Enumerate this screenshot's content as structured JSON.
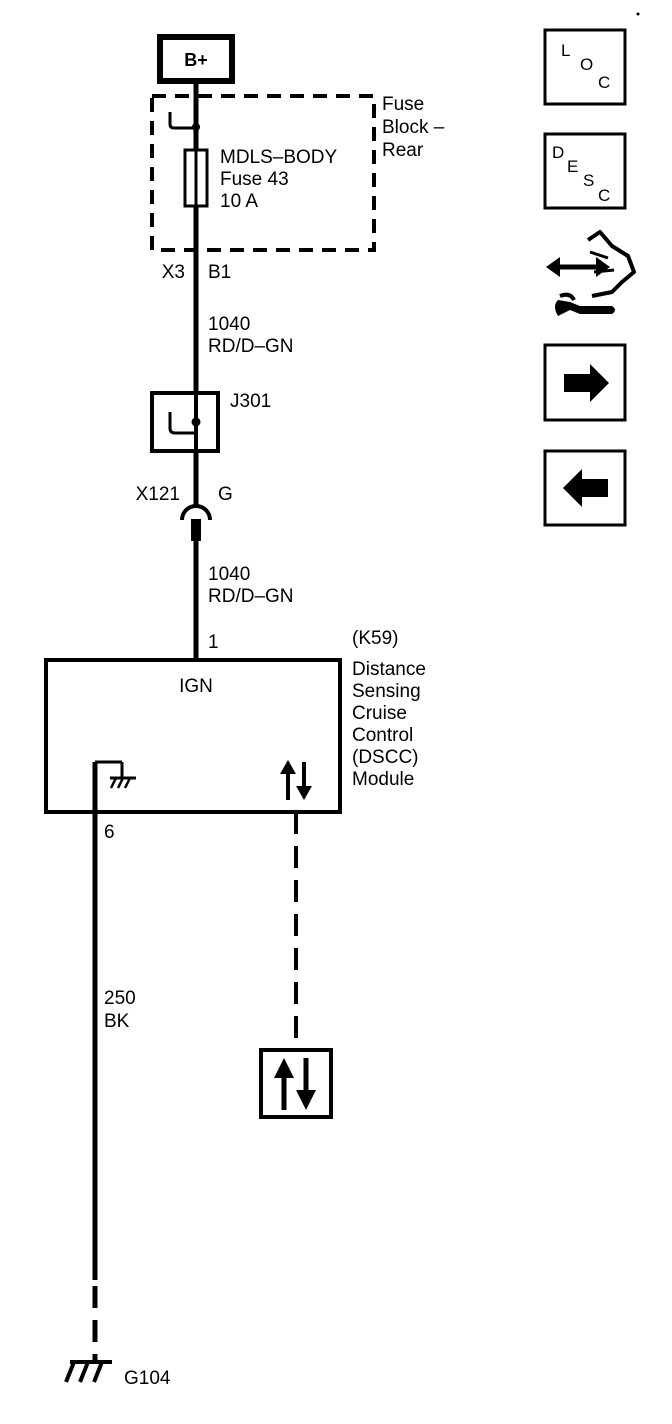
{
  "power": {
    "label": "B+"
  },
  "fuse_block": {
    "name_lines": [
      "Fuse",
      "Block –",
      "Rear"
    ]
  },
  "fuse": {
    "lines": [
      "MDLS–BODY",
      "Fuse 43",
      "10 A"
    ]
  },
  "connector_x3": {
    "connector": "X3",
    "pin": "B1"
  },
  "wire_upper": {
    "circuit": "1040",
    "color": "RD/D–GN"
  },
  "splice": {
    "label": "J301"
  },
  "connector_x121": {
    "connector": "X121",
    "pin": "G"
  },
  "wire_middle": {
    "circuit": "1040",
    "color": "RD/D–GN"
  },
  "module": {
    "ref": "(K59)",
    "name_lines": [
      "Distance",
      "Sensing",
      "Cruise",
      "Control",
      "(DSCC)",
      "Module"
    ],
    "pin_ign": "1",
    "ign_label": "IGN",
    "pin_ground": "6"
  },
  "wire_ground": {
    "circuit": "250",
    "color": "BK"
  },
  "ground": {
    "label": "G104"
  },
  "nav": {
    "loc": {
      "letters": [
        "L",
        "O",
        "C"
      ],
      "icon": "location-icon"
    },
    "desc": {
      "letters": [
        "D",
        "E",
        "S",
        "C"
      ],
      "icon": "description-icon"
    },
    "service": {
      "icon": "hand-wrench-icon"
    },
    "next": {
      "icon": "arrow-right-icon"
    },
    "prev": {
      "icon": "arrow-left-icon"
    }
  }
}
